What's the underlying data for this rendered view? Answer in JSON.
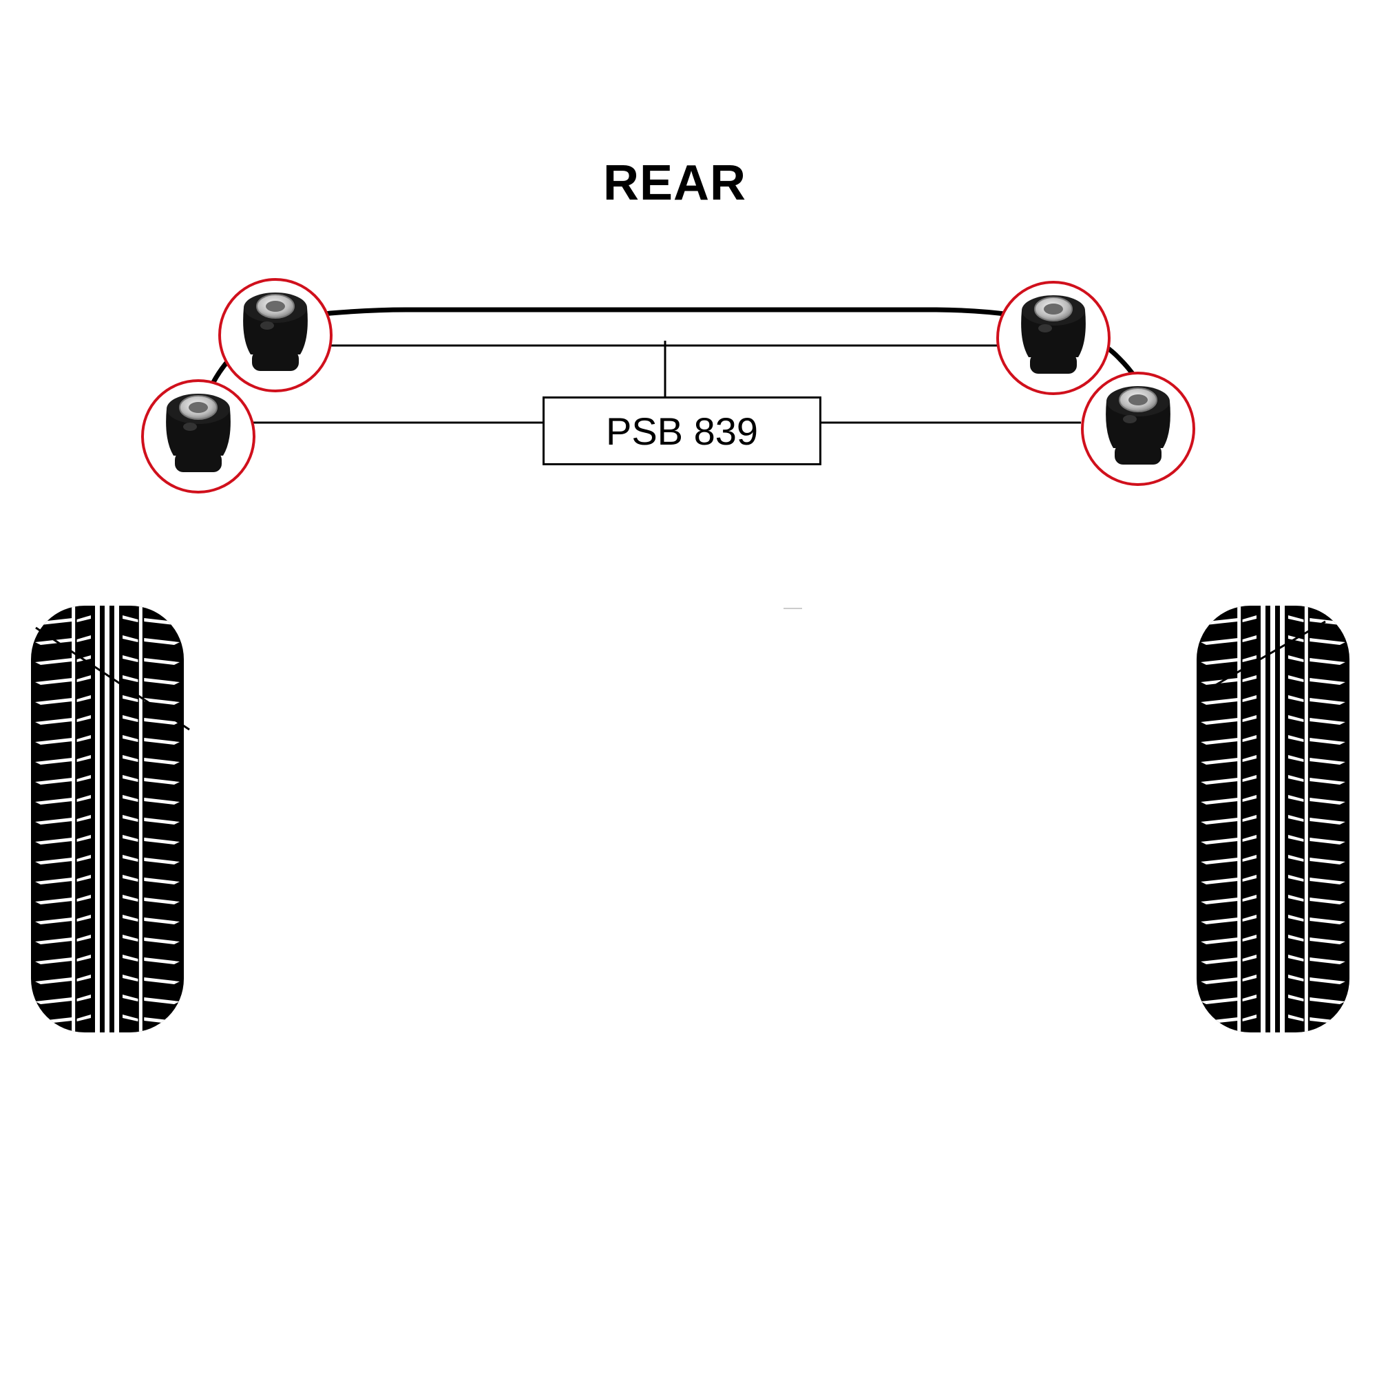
{
  "diagram": {
    "title": "REAR",
    "part_number": "PSB 839",
    "bush_count": 4,
    "colors": {
      "highlight_ring": "#d0101c",
      "bush_body": "#111111",
      "bush_sleeve": "#c9c9c9",
      "line": "#000000"
    },
    "icons": {
      "bush": "polyurethane-bush-icon",
      "wheel": "tyre-tread-icon"
    }
  }
}
